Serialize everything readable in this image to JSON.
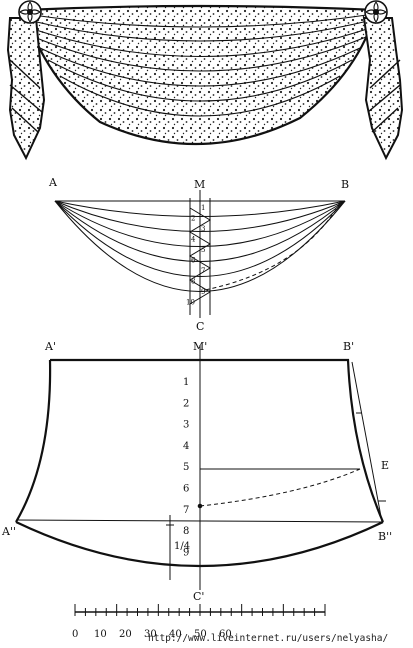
{
  "swag": {
    "fabric": "polka-dot",
    "points": {
      "a": "A",
      "m": "M",
      "b": "B",
      "c": "C"
    },
    "fold_numbers": [
      "1",
      "2",
      "3",
      "4",
      "5",
      "6",
      "7",
      "8",
      "9",
      "10"
    ]
  },
  "pattern": {
    "points": {
      "a1": "A'",
      "m1": "M'",
      "b1": "B'",
      "a2": "A''",
      "b2": "B''",
      "e": "E",
      "c1": "C'"
    },
    "center_numbers": [
      "1",
      "2",
      "3",
      "4",
      "5",
      "6",
      "7",
      "8",
      "9"
    ],
    "quarter_mark": "1/4"
  },
  "scale": {
    "labels": [
      "0",
      "10",
      "20",
      "30",
      "40",
      "50",
      "60"
    ]
  },
  "watermark": "http://www.liveinternet.ru/users/nelyasha/"
}
